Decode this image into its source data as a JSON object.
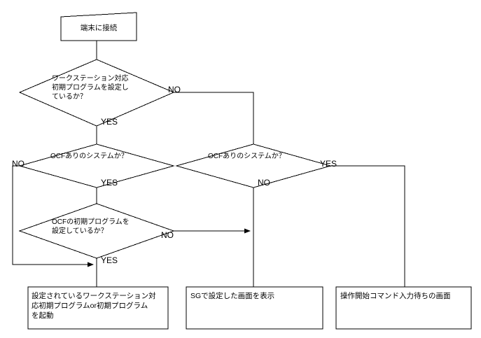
{
  "diagram": {
    "type": "flowchart",
    "language": "ja",
    "background_color": "#ffffff",
    "line_color": "#000000",
    "text_color": "#000000",
    "nodes": [
      {
        "id": "start",
        "shape": "process",
        "label": "端末に接続"
      },
      {
        "id": "d1",
        "shape": "decision",
        "label": "ワークステーション対応\n初期プログラムを設定し\nているか？"
      },
      {
        "id": "d2",
        "shape": "decision",
        "label": "OCFありのシステムか？"
      },
      {
        "id": "d3",
        "shape": "decision",
        "label": "OCFの初期プログラムを\n設定しているか？"
      },
      {
        "id": "d4",
        "shape": "decision",
        "label": "OCFありのシステムか？"
      },
      {
        "id": "out1",
        "shape": "process",
        "label": "設定されているワークステーション対\n応初期プログラムor初期プログラム\nを起動"
      },
      {
        "id": "out2",
        "shape": "process",
        "label": "SGで設定した画面を表示"
      },
      {
        "id": "out3",
        "shape": "process",
        "label": "操作開始コマンド入力待ちの画面"
      }
    ],
    "edge_labels": {
      "d1_no": "NO",
      "d1_yes": "YES",
      "d2_no": "NO",
      "d2_yes": "YES",
      "d3_no": "NO",
      "d3_yes": "YES",
      "d4_no": "NO",
      "d4_yes": "YES"
    }
  }
}
